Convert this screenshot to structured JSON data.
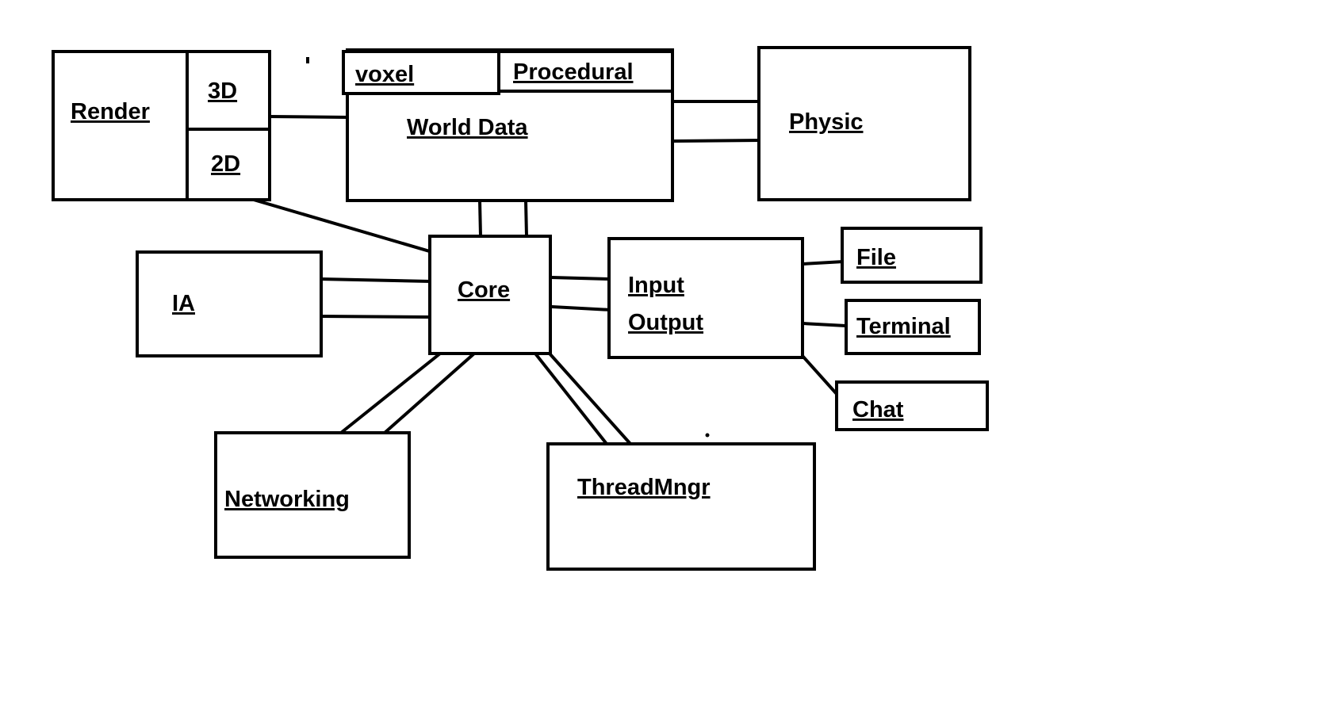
{
  "diagram": {
    "nodes": {
      "render": "Render",
      "render_3d": "3D",
      "render_2d": "2D",
      "voxel": "voxel",
      "procedural": "Procedural",
      "world_data": "World Data",
      "physic": "Physic",
      "ia": "IA",
      "core": "Core",
      "input": "Input",
      "output": "Output",
      "file": "File",
      "terminal": "Terminal",
      "chat": "Chat",
      "networking": "Networking",
      "thread_mngr": "ThreadMngr"
    },
    "edges": [
      [
        "3D",
        "World Data"
      ],
      [
        "World Data",
        "Physic"
      ],
      [
        "World Data",
        "Physic"
      ],
      [
        "Render",
        "Core"
      ],
      [
        "World Data",
        "Core"
      ],
      [
        "World Data",
        "Core"
      ],
      [
        "IA",
        "Core"
      ],
      [
        "IA",
        "Core"
      ],
      [
        "Core",
        "Input Output"
      ],
      [
        "Core",
        "Input Output"
      ],
      [
        "Input Output",
        "File"
      ],
      [
        "Input Output",
        "Terminal"
      ],
      [
        "Input Output",
        "Chat"
      ],
      [
        "Core",
        "Networking"
      ],
      [
        "Core",
        "Networking"
      ],
      [
        "Core",
        "ThreadMngr"
      ],
      [
        "Core",
        "ThreadMngr"
      ]
    ]
  }
}
